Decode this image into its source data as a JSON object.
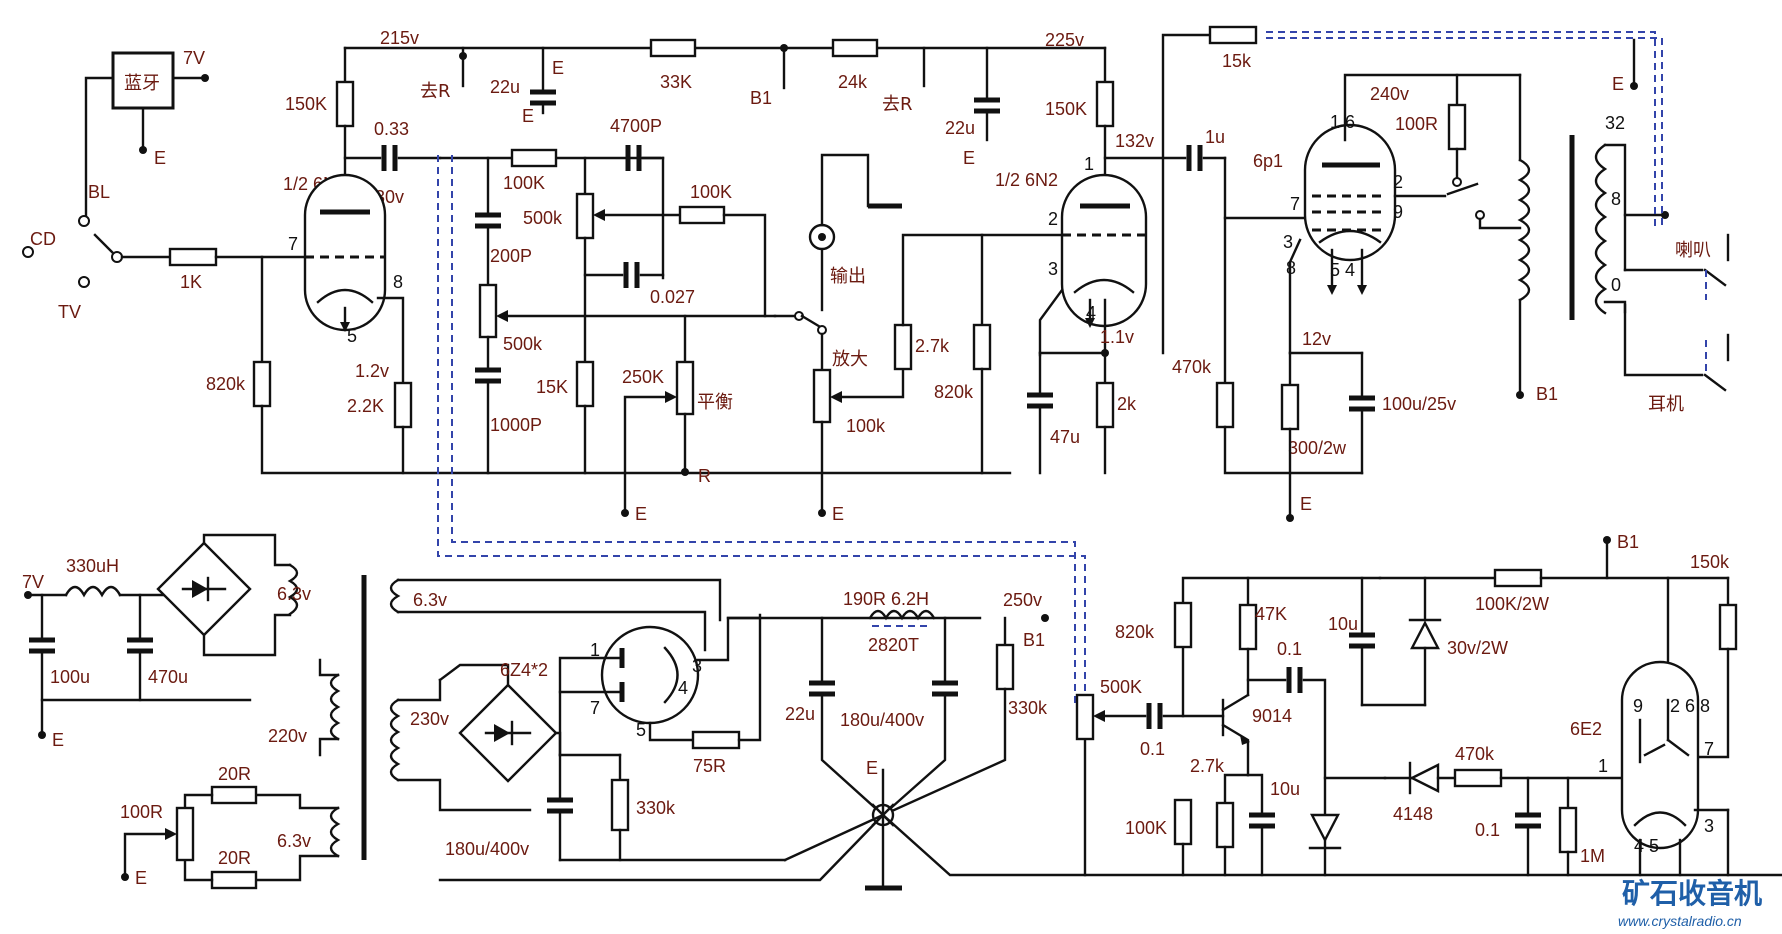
{
  "labels": {
    "v215": "215v",
    "v225": "225v",
    "r150k_a": "150K",
    "c033": "0.33",
    "v130": "130v",
    "tube1": "1/2 6N2",
    "pin6": "6",
    "pin7": "7",
    "pin8": "8",
    "pin5": "5",
    "v12": "1.2v",
    "r22k": "2.2K",
    "r820k_a": "820k",
    "r1k": "1K",
    "qu1": "去R",
    "c22u_a": "22u",
    "e": "E",
    "r33k": "33K",
    "b1": "B1",
    "r24k": "24k",
    "qu2": "去R",
    "c22u_b": "22u",
    "r150k_b": "150K",
    "c4700p": "4700P",
    "r100k_a": "100K",
    "r500k_a": "500k",
    "c200p": "200P",
    "r100k_b": "100K",
    "c0027": "0.027",
    "r500k_b": "500k",
    "r15k": "15K",
    "c1000p": "1000P",
    "r250k": "250K",
    "balance": "平衡",
    "r_lbl": "R",
    "output": "输出",
    "amp": "放大",
    "r100k_vol": "100k",
    "r27k": "2.7k",
    "r820k_b": "820k",
    "tube2": "1/2 6N2",
    "p1": "1",
    "p2": "2",
    "p3": "3",
    "p4": "4",
    "v132": "132v",
    "v11": "1.1v",
    "c47u": "47u",
    "r2k": "2k",
    "c1u": "1u",
    "r15k_fb": "15k",
    "tube3": "6p1",
    "v240": "240v",
    "r100r": "100R",
    "p16": "1 6",
    "p7": "7",
    "p9": "9",
    "p2b": "2",
    "p3b": "3",
    "p8b": "8",
    "p54": "5 4",
    "r470k": "470k",
    "v12b": "12v",
    "r300": "300/2w",
    "c100u25": "100u/25v",
    "t32": "32",
    "t8": "8",
    "t0": "0",
    "speaker": "喇叭",
    "phones": "耳机",
    "bt": "蓝牙",
    "v7": "7V",
    "bl": "BL",
    "cd": "CD",
    "tv": "TV",
    "ps_v7": "7V",
    "l330": "330uH",
    "c100u": "100u",
    "c470u": "470u",
    "v63a": "6.3v",
    "v63b": "6.3v",
    "v220": "220v",
    "r100r_b": "100R",
    "r20r_a": "20R",
    "r20r_b": "20R",
    "v63c": "6.3v",
    "v230": "230v",
    "tube_rect": "6Z4*2",
    "rp1": "1",
    "rp7": "7",
    "rp3": "3",
    "rp4": "4",
    "rp5": "5",
    "c180u_a": "180u/400v",
    "r330k_a": "330k",
    "r75r": "75R",
    "choke": "190R 6.2H",
    "turns": "2820T",
    "v250": "250v",
    "c22u_c": "22u",
    "c180u_b": "180u/400v",
    "r330k_b": "330k",
    "r500k_c": "500K",
    "c01_a": "0.1",
    "r820k_c": "820k",
    "r47k": "47K",
    "c01_b": "0.1",
    "q9014": "9014",
    "r27k_b": "2.7k",
    "c10u_a": "10u",
    "r100k_c": "100K",
    "c10u_b": "10u",
    "d30v": "30v/2W",
    "r100k2w": "100K/2W",
    "r150k_c": "150k",
    "d4148": "4148",
    "r470k_b": "470k",
    "c01_c": "0.1",
    "r1m": "1M",
    "tube6e2": "6E2",
    "ep9": "9",
    "ep268": "2 6 8",
    "ep1": "1",
    "ep7": "7",
    "ep3": "3",
    "ep45": "4 5"
  },
  "watermark": {
    "cn": "矿石收音机",
    "url": "www.crystalradio.cn"
  }
}
